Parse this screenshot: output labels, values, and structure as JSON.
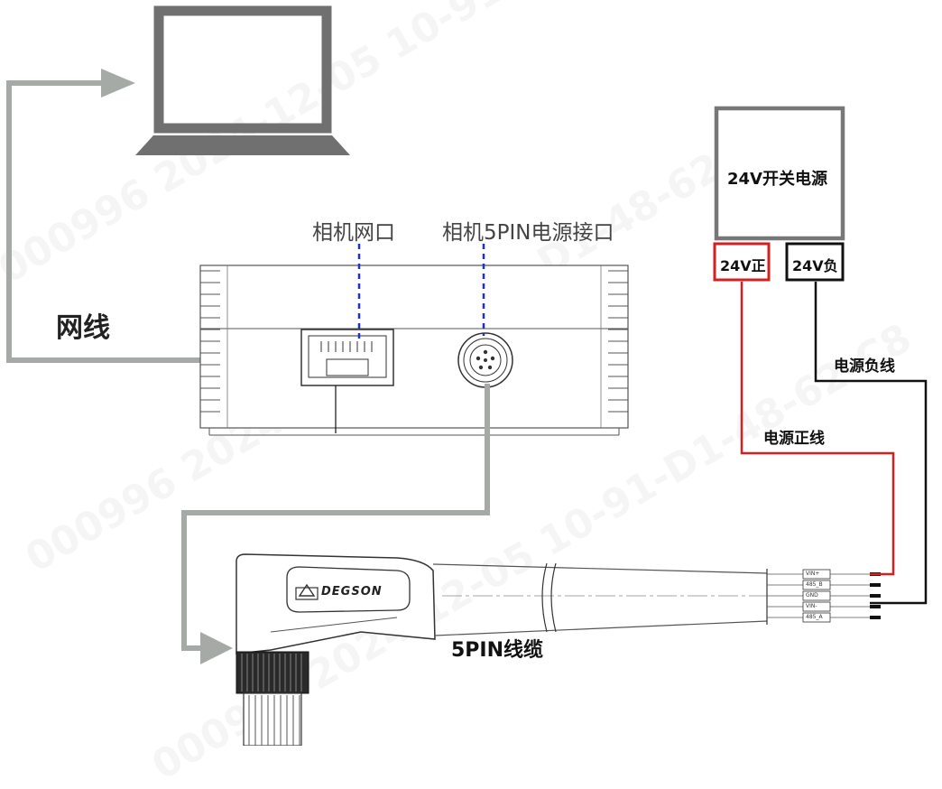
{
  "watermark": {
    "lines": [
      "000996 2024-12-05 10-91-D1-48-62-C8",
      "000996 2024-12-05 10-91-D1-48-62-C8",
      "000996 2024-12-05 10-91-D1-48-62-C8"
    ]
  },
  "labels": {
    "camera_lan_port": "相机网口",
    "camera_power_port": "相机5PIN电源接口",
    "network_cable": "网线",
    "pin5_cable": "5PIN线缆",
    "psu_title": "24V开关电源",
    "psu_positive": "24V正",
    "psu_negative": "24V负",
    "power_negative_wire": "电源负线",
    "power_positive_wire": "电源正线"
  },
  "connector": {
    "brand": "DEGSON",
    "pins": [
      "VIN+",
      "485_B",
      "GND",
      "VIN-",
      "485_A"
    ]
  },
  "colors": {
    "arrow_gray": "#a6aaa6",
    "laptop_gray": "#707070",
    "positive_red": "#d42020",
    "negative_black": "#111111",
    "dash_blue": "#1f2fd6"
  }
}
